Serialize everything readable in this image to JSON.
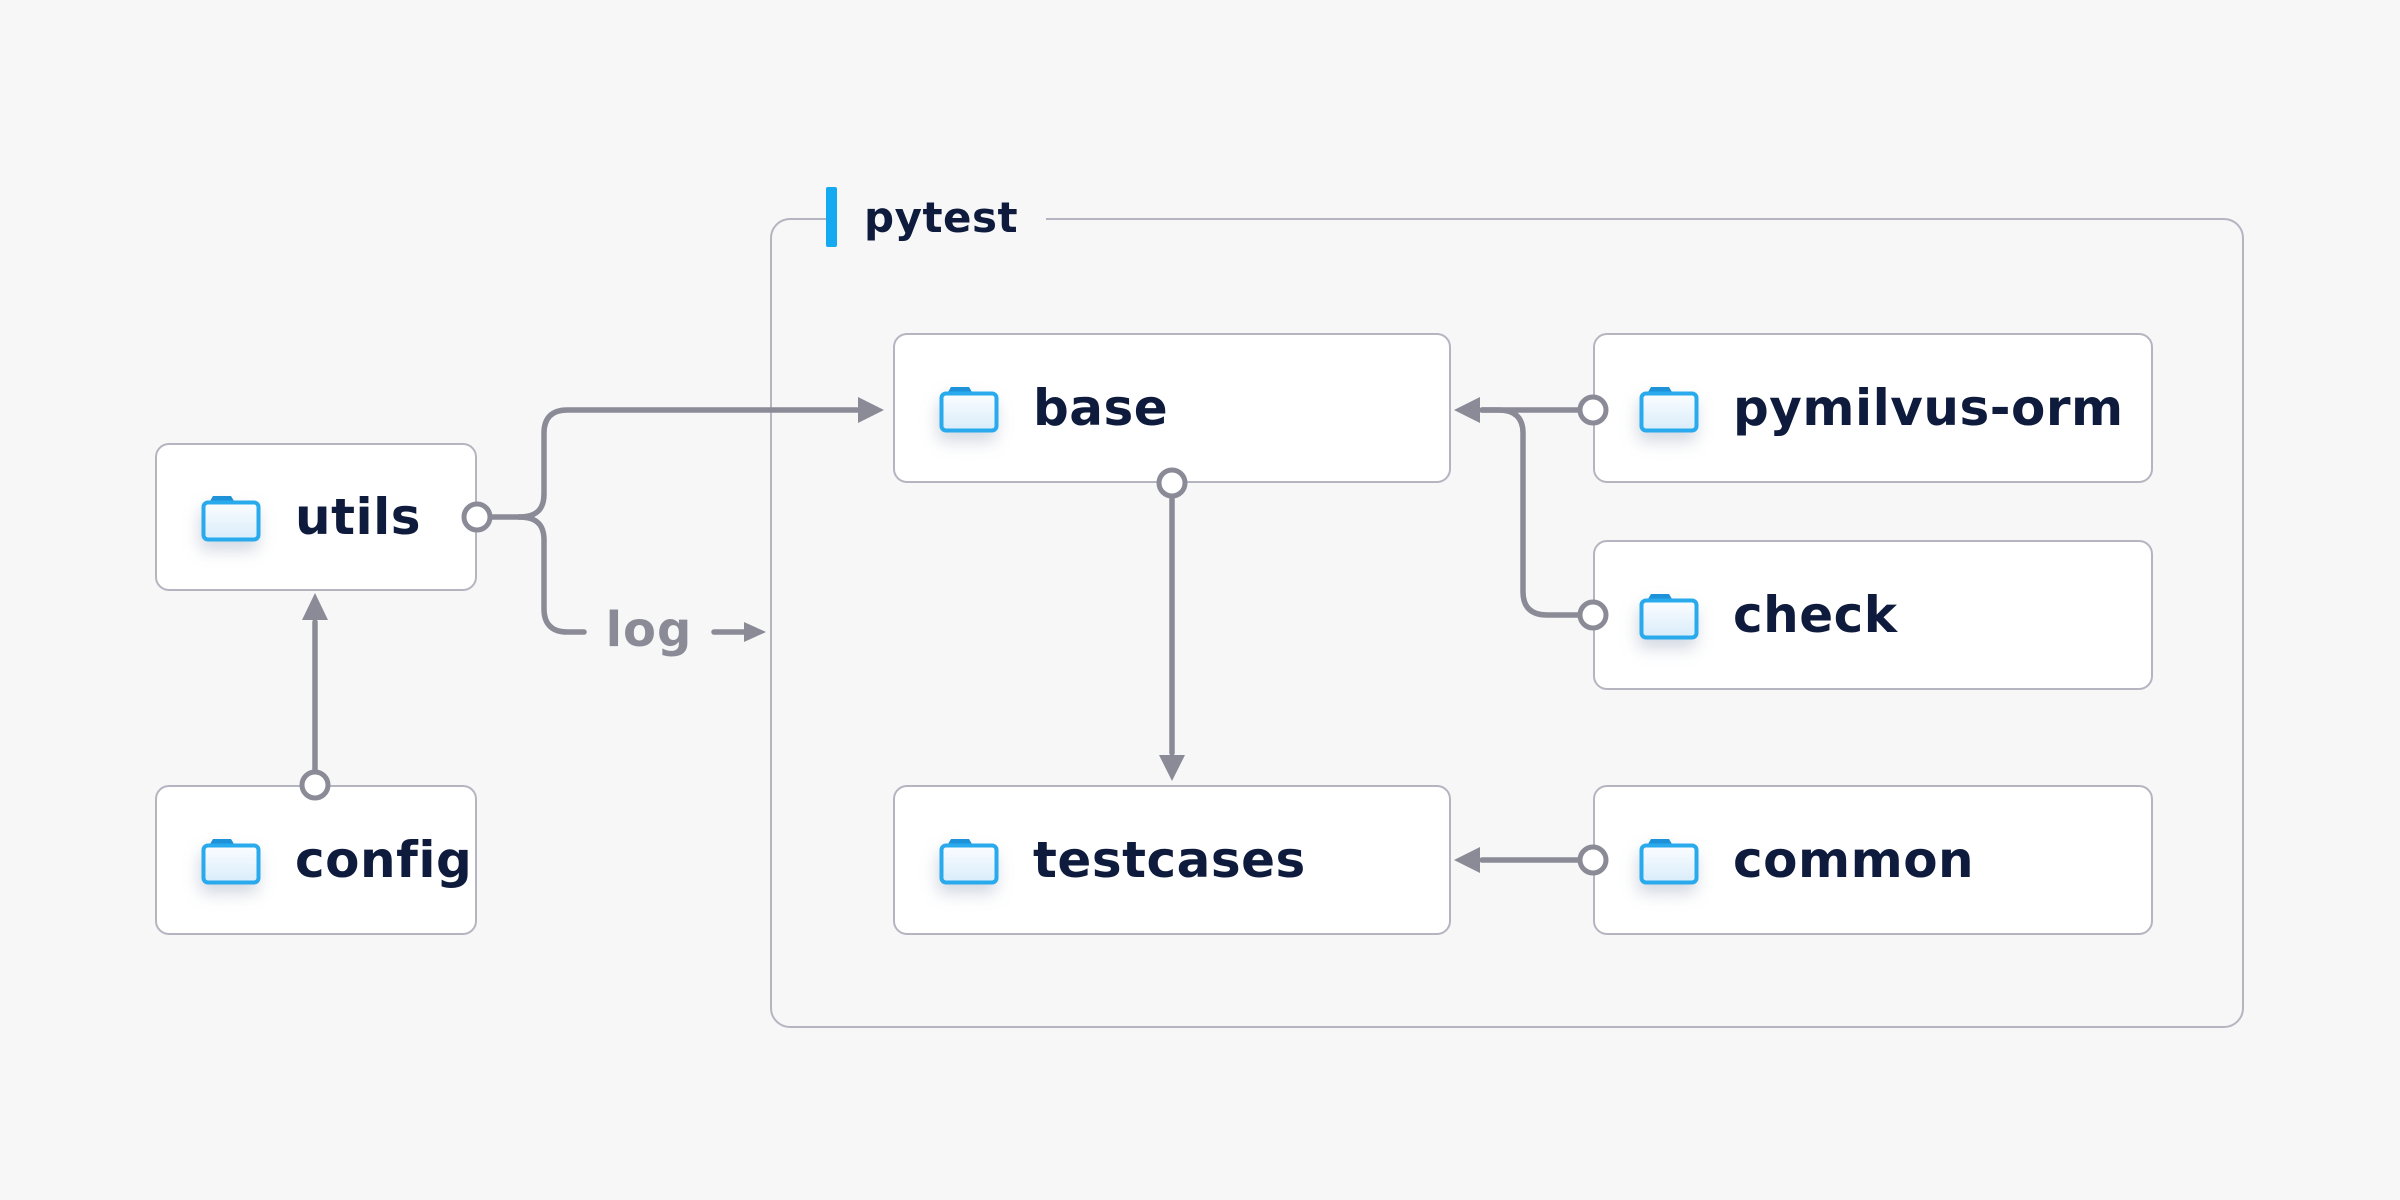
{
  "container": {
    "label": "pytest"
  },
  "nodes": [
    {
      "id": "utils",
      "label": "utils"
    },
    {
      "id": "config",
      "label": "config"
    },
    {
      "id": "base",
      "label": "base"
    },
    {
      "id": "pymilvus-orm",
      "label": "pymilvus-orm"
    },
    {
      "id": "check",
      "label": "check"
    },
    {
      "id": "testcases",
      "label": "testcases"
    },
    {
      "id": "common",
      "label": "common"
    }
  ],
  "edges": {
    "log_label": "log",
    "connections": [
      {
        "from": "config",
        "to": "utils"
      },
      {
        "from": "utils",
        "to": "base"
      },
      {
        "from": "utils",
        "to": "log"
      },
      {
        "from": "pymilvus-orm",
        "to": "base"
      },
      {
        "from": "check",
        "to": "base"
      },
      {
        "from": "base",
        "to": "testcases"
      },
      {
        "from": "common",
        "to": "testcases"
      }
    ]
  },
  "colors": {
    "background": "#f7f7f8",
    "node_bg": "#ffffff",
    "border": "#b5b5c1",
    "wire": "#8b8b97",
    "text": "#0e1b3c",
    "muted_text": "#8b8b97",
    "accent": "#14a9f0",
    "folder_stroke": "#29aaec",
    "folder_tab": "#1d92d8"
  }
}
